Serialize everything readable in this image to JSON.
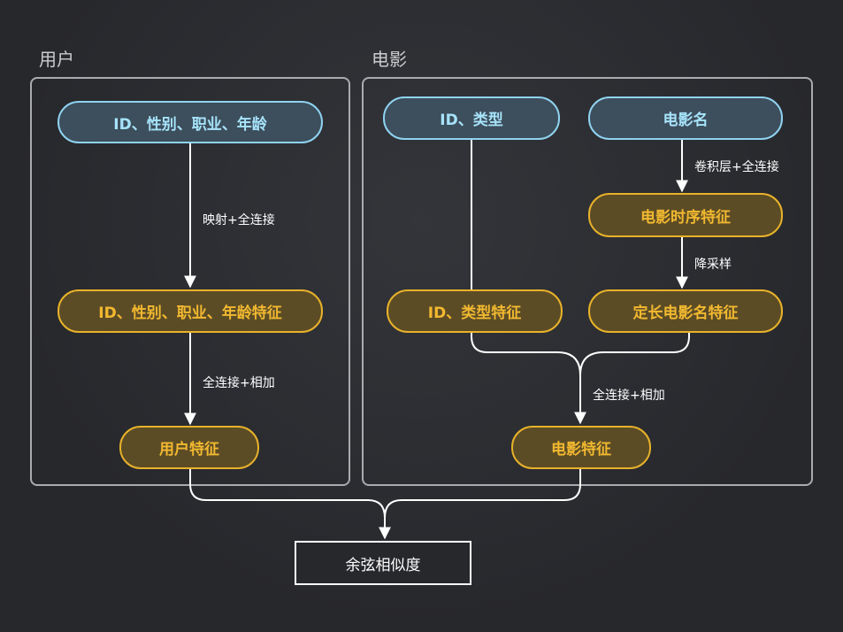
{
  "groups": {
    "user": {
      "label": "用户"
    },
    "movie": {
      "label": "电影"
    }
  },
  "nodes": {
    "user_input": "ID、性别、职业、年龄",
    "user_attr_feature": "ID、性别、职业、年龄特征",
    "user_feature": "用户特征",
    "movie_id_type": "ID、类型",
    "movie_title": "电影名",
    "movie_seq_feature": "电影时序特征",
    "movie_id_type_feature": "ID、类型特征",
    "movie_title_feature": "定长电影名特征",
    "movie_feature": "电影特征",
    "cosine_similarity": "余弦相似度"
  },
  "edge_labels": {
    "user_map_fc": "映射+全连接",
    "user_fc_add": "全连接+相加",
    "movie_conv_fc": "卷积层+全连接",
    "movie_downsample": "降采样",
    "movie_fc_add": "全连接+相加"
  },
  "colors": {
    "input_border": "#8fd3f0",
    "input_fill": "#3d4e5c",
    "feature_border": "#e8b22a",
    "feature_fill": "#5c4c26",
    "line": "#ffffff",
    "box_border": "#a9abae"
  }
}
